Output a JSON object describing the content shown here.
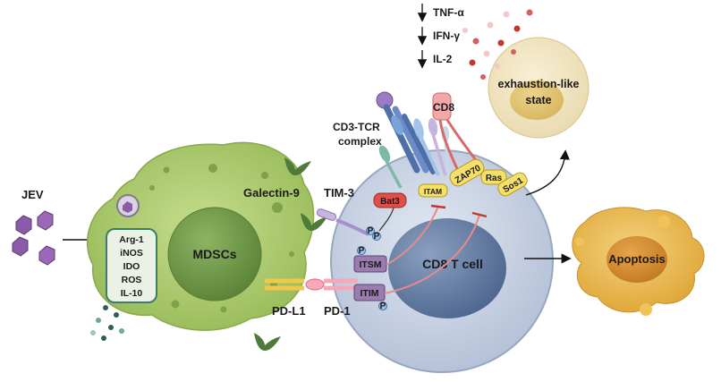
{
  "labels": {
    "jev": "JEV",
    "mdscs": "MDSCs",
    "galectin9": "Galectin-9",
    "tim3": "TIM-3",
    "cd3_tcr_line1": "CD3-TCR",
    "cd3_tcr_line2": "complex",
    "cd8": "CD8",
    "bat3": "Bat3",
    "itam": "ITAM",
    "zap70": "ZAP70",
    "ras": "Ras",
    "sos1": "Sos1",
    "itsm": "ITSM",
    "itim": "ITIM",
    "p": "P",
    "cd8_t_cell": "CD8 T cell",
    "pd_l1": "PD-L1",
    "pd_1": "PD-1",
    "apoptosis": "Apoptosis",
    "exhaustion_line1": "exhaustion-like",
    "exhaustion_line2": "state",
    "tnf": "TNF-α",
    "ifn": "IFN-γ",
    "il2": "IL-2"
  },
  "suppressors": [
    "Arg-1",
    "iNOS",
    "IDO",
    "ROS",
    "IL-10"
  ],
  "colors": {
    "mdsc_body": "#a9c96a",
    "mdsc_nucleus": "#6f9a47",
    "tcell_body": "#cdd6e6",
    "tcell_nucleus": "#6f86aa",
    "apoptosis_cell": "#e6b24a",
    "exhaustion_cell": "#f1e4c2",
    "virus": "#8b5aa8",
    "inhibit": "#c0392b",
    "signal_box": "#f5e06a",
    "itim_box": "#9b7bb0"
  }
}
